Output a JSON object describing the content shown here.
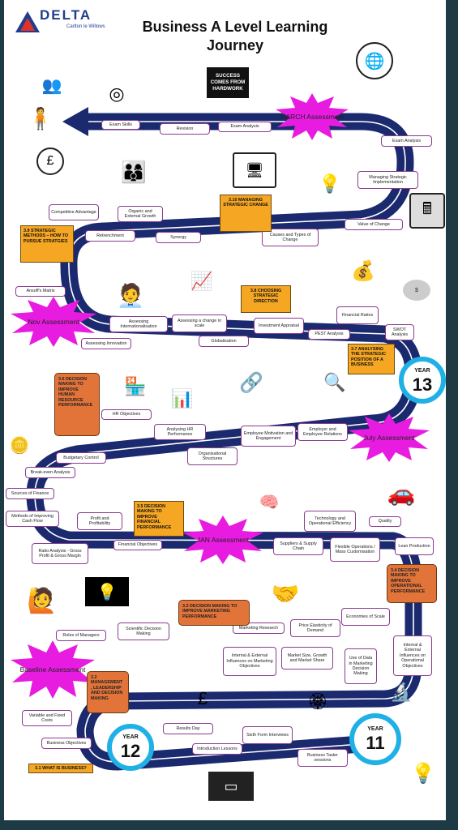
{
  "header": {
    "logo_name": "DELTA",
    "logo_sub": "Carlton le Willows",
    "title_line1": "Business A Level Learning",
    "title_line2": "Journey",
    "slogan": "SUCCESS COMES FROM HARDWORK"
  },
  "colors": {
    "road": "#1b2a6e",
    "accent_border": "#8a3b8f",
    "burst": "#e81ce0",
    "year_ring": "#1fb0e6",
    "orange": "#f5a623",
    "dark_orange": "#e2743a"
  },
  "boxes": {
    "exam_skills": "Exam Skills",
    "revision": "Revision",
    "exam_analysis_1": "Exam Analysis",
    "exam_analysis_2": "Exam Analysis",
    "managing_strategic": "Managing Strategic Implementation",
    "value_of_change": "Value of Change",
    "causes_change": "Causes and Types of Change",
    "synergy": "Synergy",
    "retrenchment": "Retrenchment",
    "organic_growth": "Organic and External Growth",
    "competitive_adv": "Competitive Advantage",
    "ansoff": "Ansoff's Matrix",
    "assess_innovation": "Assessing Innovation",
    "assess_international": "Assessing Internationalisation",
    "assess_scale": "Assessing a change in scale",
    "globalisation": "Globalisation",
    "investment_appraisal": "Investment Appraisal",
    "pest": "PEST Analysis",
    "financial_ratios": "Financial Ratios",
    "swot": "SWOT Analysis",
    "hr_objectives": "HR Objectives",
    "analysing_hr": "Analysing HR Performance",
    "emp_motivation": "Employee Motivation and Engagement",
    "emp_relations": "Employer and Employee Relations",
    "org_structures": "Organisational Structures",
    "budgetary": "Budgetary Control",
    "break_even": "Break-even Analysis",
    "sources_finance": "Sources of Finance",
    "improving_cash": "Methods of Improving Cash Flow",
    "profit": "Profit and Profitability",
    "ratio_analysis": "Ratio Analysis - Gross Profit & Gross Margin",
    "financial_obj": "Financial Objectives",
    "tech_efficiency": "Technology and Operational Efficiency",
    "quality": "Quality",
    "suppliers": "Suppliers & Supply Chain",
    "flexible_ops": "Flexible Operations / Mass Customisation",
    "lean": "Lean Production",
    "economies": "Economies of Scale",
    "marketing_research": "Marketing Research",
    "price_elasticity": "Price Elasticity of Demand",
    "roles_managers": "Roles of Managers",
    "scientific_dm": "Scientific Decision Making",
    "int_ext_marketing": "Internal & External Influences on Marketing Objectives",
    "market_size": "Market Size, Growth and Market Share",
    "use_of_data": "Use of Data in Marketing Decision Making",
    "int_ext_ops": "Internal & External Influences on Operational Objectives",
    "variable_fixed": "Variable and Fixed Costs",
    "business_objectives": "Business Objectives",
    "results_day": "Results Day",
    "sixth_form": "Sixth Form Interviews",
    "intro_lessons": "Introduction Lessons",
    "taster": "Business Taster sessions"
  },
  "units": {
    "u310": "3.10 MANAGING STRATEGIC CHANGE",
    "u39": "3.9 STRATEGIC METHODS – HOW TO PURSUE STRATGIES",
    "u38": "3.8 CHOOSING STRATEGIC DIRECTION",
    "u37": "3.7 ANALYSING THE STRATEGIC POSITION OF A BUSINESS",
    "u36": "3.6 DECISION MAKING TO IMPROVE HUMAN RESOURCE PERFORMANCE",
    "u35": "3.5 DECISION MAKING TO IMPROVE FINANCIAL PERFORMANCE",
    "u34": "3.4 DECISION MAKING TO IMPROVE OPERATIONAL PERFORMANCE",
    "u33": "3.3 DECISION MAKING TO IMPROVE MARKETING PERFORMANCE",
    "u32": "3.2 MANAGEMENT , LEADERSHIP AND DECISION MAKING",
    "u31": "3.1 WHAT IS BUSINESS?"
  },
  "bursts": {
    "march": "MARCH Assessment",
    "nov": "Nov Assessment",
    "july": "July Assessment",
    "jan": "JAN Assessment",
    "baseline": "Baseline Assessment"
  },
  "years": {
    "label": "YEAR",
    "y13": "13",
    "y12": "12",
    "y11": "11"
  },
  "icons": [
    "team-icon",
    "target-icon",
    "person-direction-icon",
    "pound-icon",
    "globe-people-icon",
    "teamwork-icon",
    "presentation-icon",
    "strategy-bulb-icon",
    "calculator-icon",
    "business-people-icon",
    "growth-target-icon",
    "coins-chart-icon",
    "success-money-icon",
    "shop-icon",
    "person-chart-icon",
    "network-icon",
    "analysis-icon",
    "coins-icon",
    "brain-icon",
    "car-icon",
    "question-person-icon",
    "lightbulb-icon",
    "handshake-icon",
    "pound-hands-icon",
    "badge-icon",
    "inspection-icon",
    "idea-bulb-icon",
    "chalkboard-icon"
  ]
}
